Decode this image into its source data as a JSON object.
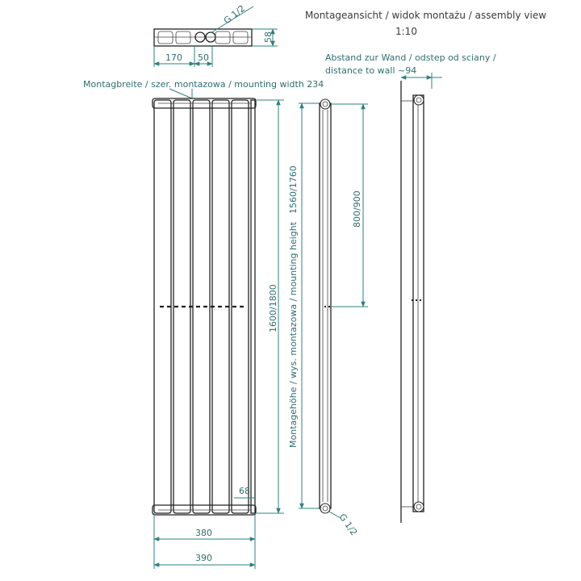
{
  "header": {
    "title": "Montageansicht / widok montażu / assembly view",
    "scale": "1:10"
  },
  "top_view": {
    "thread_label": "G 1/2",
    "dim_left": "170",
    "dim_mid": "50",
    "dim_depth": "58"
  },
  "front_view": {
    "mounting_width_label": "Montagbreite / szer. montazowa / mounting width 234",
    "mounting_height_label": "Montagehöhe / wys. montazowa / mounting height",
    "height_dims": "1600/1800",
    "mounting_height_dims": "1560/1760",
    "bottom_gap": "68",
    "width_inner": "380",
    "width_outer": "390"
  },
  "side_view": {
    "connection_height": "800/900",
    "thread_label": "G 1/2"
  },
  "wall_view": {
    "distance_label_line1": "Abstand zur Wand / odstep od sciany /",
    "distance_label_line2": "distance to wall ~94"
  }
}
